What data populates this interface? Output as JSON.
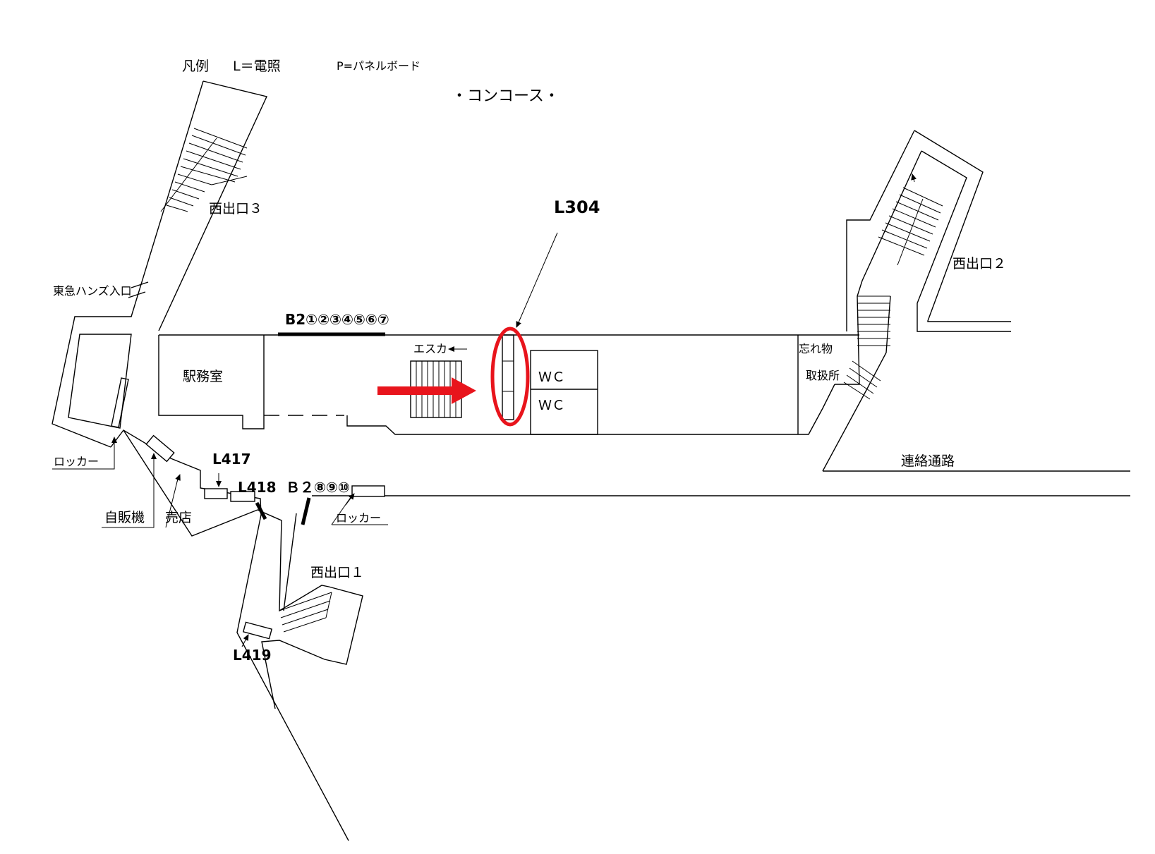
{
  "legend": {
    "title": "凡例",
    "light": "L＝電照",
    "panel": "P=パネルボード"
  },
  "title": "・コンコース・",
  "highlight": {
    "label": "L304",
    "color": "#e8141c"
  },
  "labels": {
    "exit3": "西出口３",
    "exit2": "西出口２",
    "exit1": "西出口１",
    "tokyu_hands": "東急ハンズ入口",
    "station_office": "駅務室",
    "escalator": "エスカ",
    "wc1": "ＷＣ",
    "wc2": "ＷＣ",
    "lost_found_1": "忘れ物",
    "lost_found_2": "取扱所",
    "passage": "連絡通路",
    "locker_left": "ロッカー",
    "locker_right": "ロッカー",
    "vending": "自販機",
    "kiosk": "売店"
  },
  "codes": {
    "b2_top": "B2①②③④⑤⑥⑦",
    "b2_bottom": "Ｂ２⑧⑨⑩",
    "l417": "L417",
    "l418": "L418",
    "l419": "L419"
  }
}
